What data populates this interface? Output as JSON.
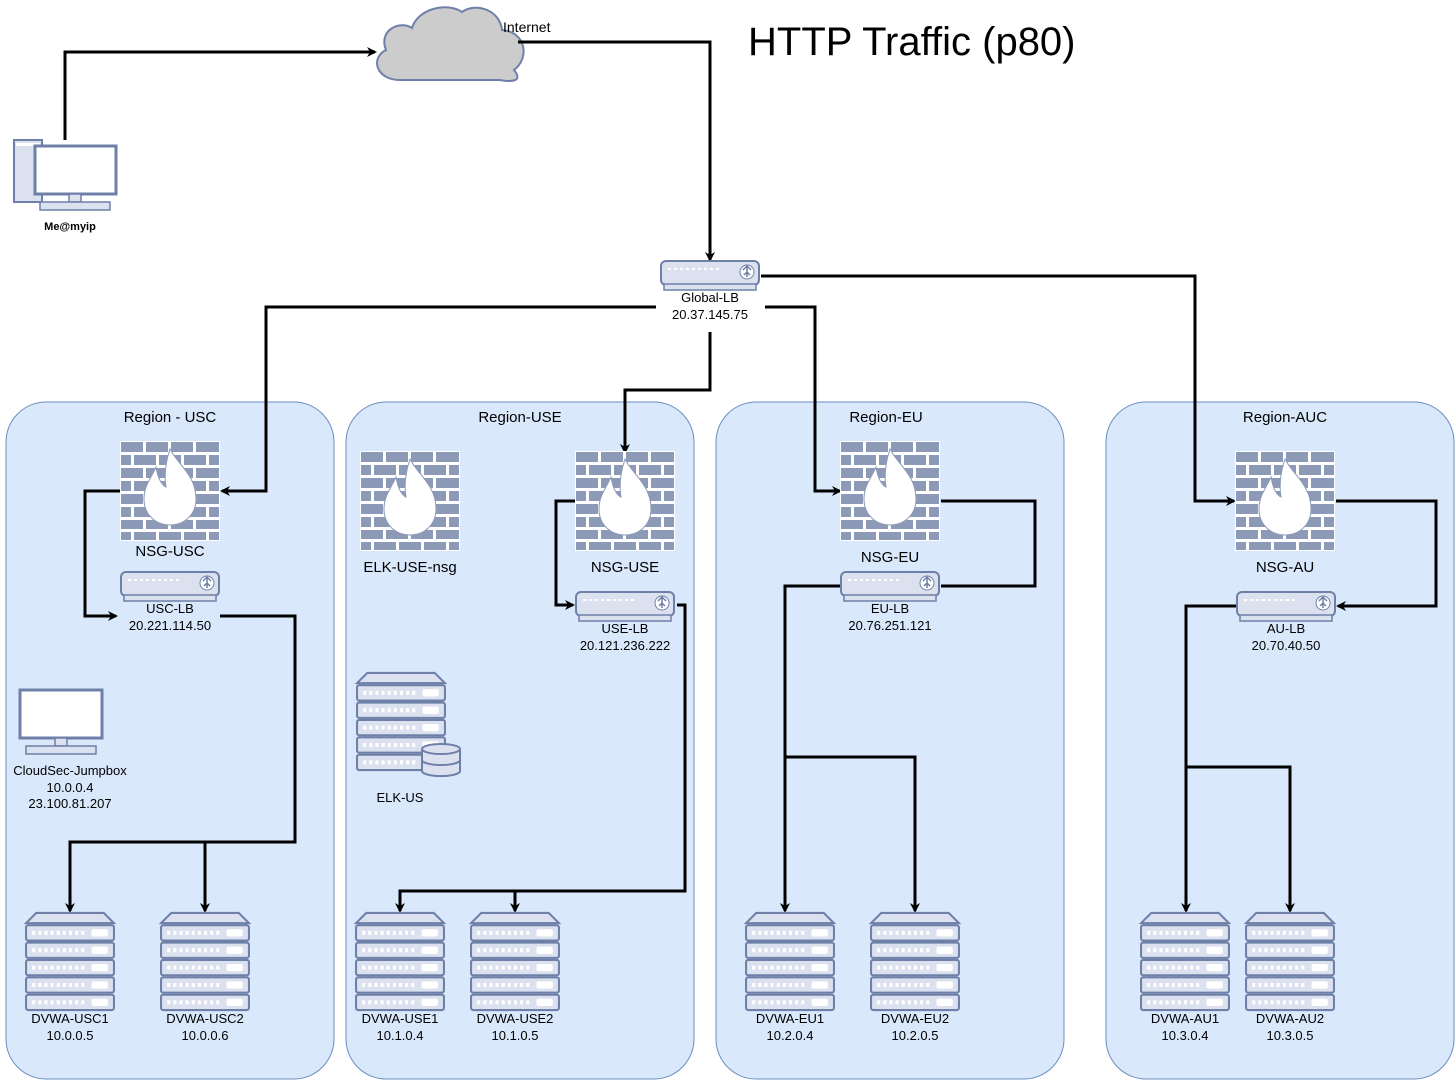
{
  "title": "HTTP Traffic (p80)",
  "internet": {
    "label": "Internet"
  },
  "client": {
    "label": "Me@myip"
  },
  "global_lb": {
    "name": "Global-LB",
    "ip": "20.37.145.75"
  },
  "regions": [
    {
      "label": "Region - USC"
    },
    {
      "label": "Region-USE"
    },
    {
      "label": "Region-EU"
    },
    {
      "label": "Region-AUC"
    }
  ],
  "nsgs": [
    {
      "label": "NSG-USC"
    },
    {
      "label": "ELK-USE-nsg"
    },
    {
      "label": "NSG-USE"
    },
    {
      "label": "NSG-EU"
    },
    {
      "label": "NSG-AU"
    }
  ],
  "lbs": [
    {
      "name": "USC-LB",
      "ip": "20.221.114.50"
    },
    {
      "name": "USE-LB",
      "ip": "20.121.236.222"
    },
    {
      "name": "EU-LB",
      "ip": "20.76.251.121"
    },
    {
      "name": "AU-LB",
      "ip": "20.70.40.50"
    }
  ],
  "jumpbox": {
    "name": "CloudSec-Jumpbox",
    "private_ip": "10.0.0.4",
    "public_ip": "23.100.81.207"
  },
  "elk": {
    "label": "ELK-US"
  },
  "servers": [
    {
      "name": "DVWA-USC1",
      "ip": "10.0.0.5"
    },
    {
      "name": "DVWA-USC2",
      "ip": "10.0.0.6"
    },
    {
      "name": "DVWA-USE1",
      "ip": "10.1.0.4"
    },
    {
      "name": "DVWA-USE2",
      "ip": "10.1.0.5"
    },
    {
      "name": "DVWA-EU1",
      "ip": "10.2.0.4"
    },
    {
      "name": "DVWA-EU2",
      "ip": "10.2.0.5"
    },
    {
      "name": "DVWA-AU1",
      "ip": "10.3.0.4"
    },
    {
      "name": "DVWA-AU2",
      "ip": "10.3.0.5"
    }
  ],
  "colors": {
    "region_fill": "#dae8fc",
    "region_stroke": "#6c8ebf",
    "device_fill": "#dbe1ef",
    "device_stroke": "#6e7fa8",
    "cloud_fill": "#cccccc",
    "line": "#000000"
  }
}
